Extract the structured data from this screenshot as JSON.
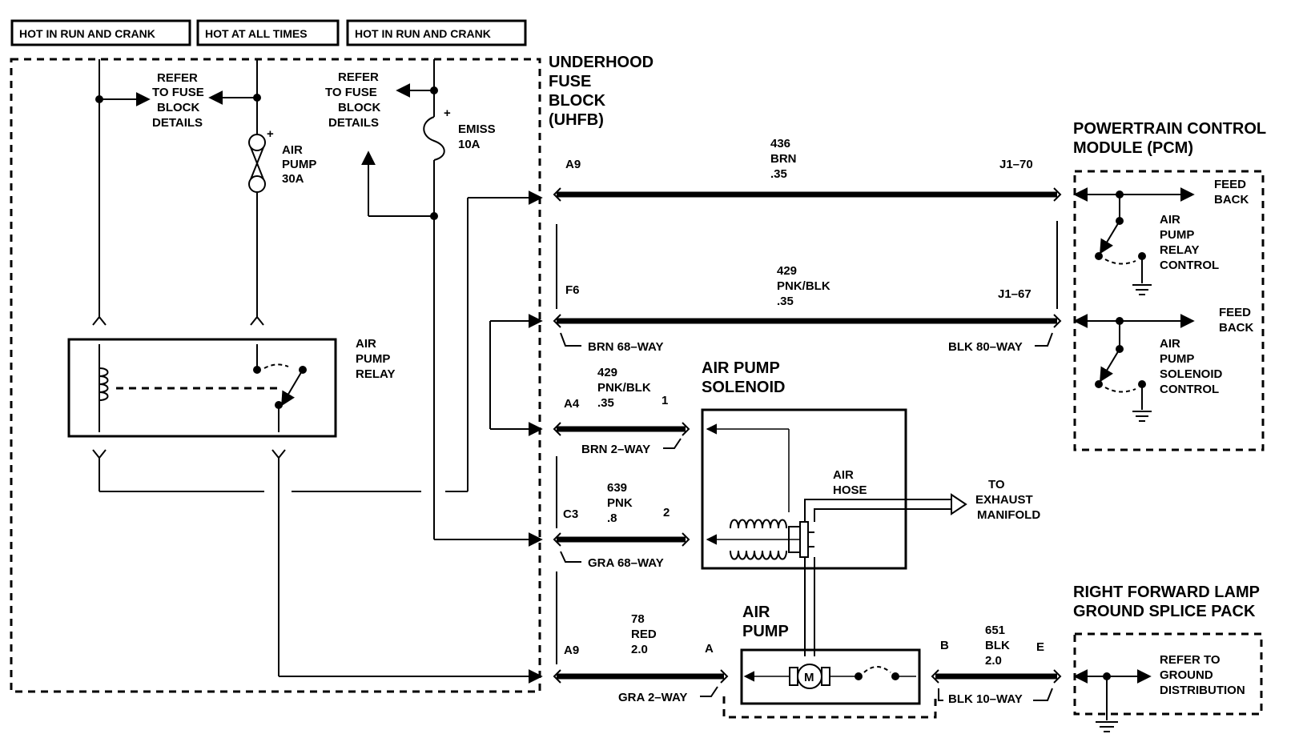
{
  "headers": {
    "left": "HOT IN RUN AND CRANK",
    "middle": "HOT AT ALL TIMES",
    "right": "HOT IN RUN AND CRANK"
  },
  "uhfb": {
    "title": [
      "UNDERHOOD",
      "FUSE",
      "BLOCK",
      "(UHFB)"
    ],
    "refer_left": [
      "REFER",
      "TO FUSE",
      "BLOCK",
      "DETAILS"
    ],
    "refer_right": [
      "REFER",
      "TO FUSE",
      "BLOCK",
      "DETAILS"
    ],
    "fuse_air_pump": {
      "polarity": "+",
      "name": [
        "AIR",
        "PUMP"
      ],
      "rating": "30A"
    },
    "fuse_emiss": {
      "polarity": "+",
      "name": "EMISS",
      "rating": "10A"
    },
    "relay": [
      "AIR",
      "PUMP",
      "RELAY"
    ]
  },
  "wires": {
    "w436": {
      "pin_left": "A9",
      "number": "436",
      "color": "BRN",
      "gauge": ".35",
      "pin_right": "J1–70"
    },
    "w429_top": {
      "pin_left": "F6",
      "number": "429",
      "color": "PNK/BLK",
      "gauge": ".35",
      "pin_right": "J1–67"
    },
    "conn_brn68": "BRN 68–WAY",
    "conn_blk80": "BLK 80–WAY",
    "w429_sol": {
      "pin_left": "A4",
      "number": "429",
      "color": "PNK/BLK",
      "gauge": ".35",
      "pin_right": "1"
    },
    "conn_brn2": "BRN 2–WAY",
    "w639": {
      "pin_left": "C3",
      "number": "639",
      "color": "PNK",
      "gauge": ".8",
      "pin_right": "2"
    },
    "conn_gra68": "GRA 68–WAY",
    "w78": {
      "pin_left": "A9",
      "number": "78",
      "color": "RED",
      "gauge": "2.0",
      "pin_right": "A"
    },
    "conn_gra2": "GRA 2–WAY",
    "w651": {
      "pin_left": "B",
      "number": "651",
      "color": "BLK",
      "gauge": "2.0",
      "pin_right": "E"
    },
    "conn_blk10": "BLK 10–WAY"
  },
  "pcm": {
    "title": [
      "POWERTRAIN CONTROL",
      "MODULE (PCM)"
    ],
    "feedback_1": [
      "FEED",
      "BACK"
    ],
    "relay_control": [
      "AIR",
      "PUMP",
      "RELAY",
      "CONTROL"
    ],
    "feedback_2": [
      "FEED",
      "BACK"
    ],
    "solenoid_control": [
      "AIR",
      "PUMP",
      "SOLENOID",
      "CONTROL"
    ]
  },
  "solenoid": {
    "title": [
      "AIR PUMP",
      "SOLENOID"
    ],
    "hose": [
      "AIR",
      "HOSE"
    ],
    "exhaust": [
      "TO",
      "EXHAUST",
      "MANIFOLD"
    ]
  },
  "pump": {
    "title": [
      "AIR",
      "PUMP"
    ],
    "motor_symbol": "M"
  },
  "ground": {
    "title": [
      "RIGHT FORWARD LAMP",
      "GROUND SPLICE PACK"
    ],
    "refer": [
      "REFER TO",
      "GROUND",
      "DISTRIBUTION"
    ]
  }
}
